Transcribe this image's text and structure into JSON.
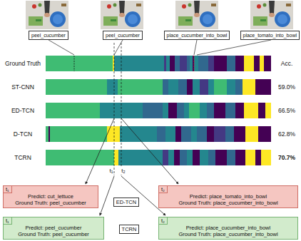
{
  "diagram": {
    "nodes": [
      {
        "text": [
          "peel_cucumber"
        ]
      },
      {
        "text": [
          "peel_cucumber"
        ]
      },
      {
        "text": [
          "place_cucumber_into_bowl"
        ]
      },
      {
        "text": [
          "place_tomato_into_bowl"
        ]
      },
      {
        "text": [
          "t₁",
          "Predict: cut_lettuce",
          "Ground Truth: peel_cucumber"
        ]
      },
      {
        "text": [
          "t₂",
          "Predict: place_tomato_into_bowl",
          "Ground Truth: place_cucumber_into_bowl"
        ]
      },
      {
        "text": [
          "ED-TCN"
        ]
      },
      {
        "text": [
          "t₁",
          "Predict: peel_cucumber",
          "Ground Truth: peel_cucumber"
        ]
      },
      {
        "text": [
          "t₂",
          "Predict: place_cucumber_into_bowl",
          "Ground Truth: place_cucumber_into_bowl"
        ]
      },
      {
        "text": [
          "TCRN"
        ]
      }
    ],
    "labels": [
      "Ground Truth",
      "ST-CNN",
      "ED-TCN",
      "D-TCN",
      "TCRN",
      "Acc.",
      "59.0%",
      "66.5%",
      "62.8%",
      "70.7%",
      "t₁",
      "t₂"
    ]
  }
}
